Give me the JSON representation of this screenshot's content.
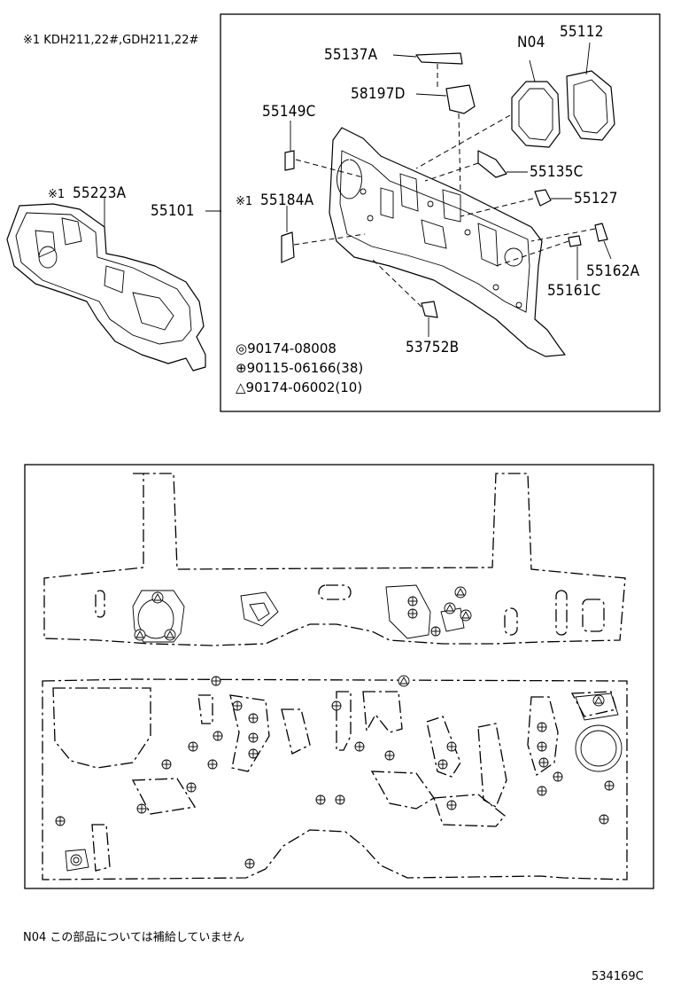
{
  "header_note": "※1 KDH211,22#,GDH211,22#",
  "parts": {
    "p55137A": "55137A",
    "pN04": "N04",
    "p55112": "55112",
    "p58197D": "58197D",
    "p55149C": "55149C",
    "p55135C": "55135C",
    "p55127": "55127",
    "p55223A": "55223A",
    "p55101": "55101",
    "p55184A": "55184A",
    "p55162A": "55162A",
    "p55161C": "55161C",
    "p53752B": "53752B"
  },
  "marker_1": "※1",
  "fasteners": [
    {
      "symbol": "◎",
      "part_no": "90174-08008"
    },
    {
      "symbol": "⊕",
      "part_no": "90115-06166(38)"
    },
    {
      "symbol": "△",
      "part_no": "90174-06002(10)"
    }
  ],
  "footer_note": "N04  この部品については補給していません",
  "diagram_id": "534169C",
  "icons": {
    "screw": "plus-circle-icon",
    "bolt": "double-circle-icon",
    "clip": "triangle-circle-icon"
  }
}
